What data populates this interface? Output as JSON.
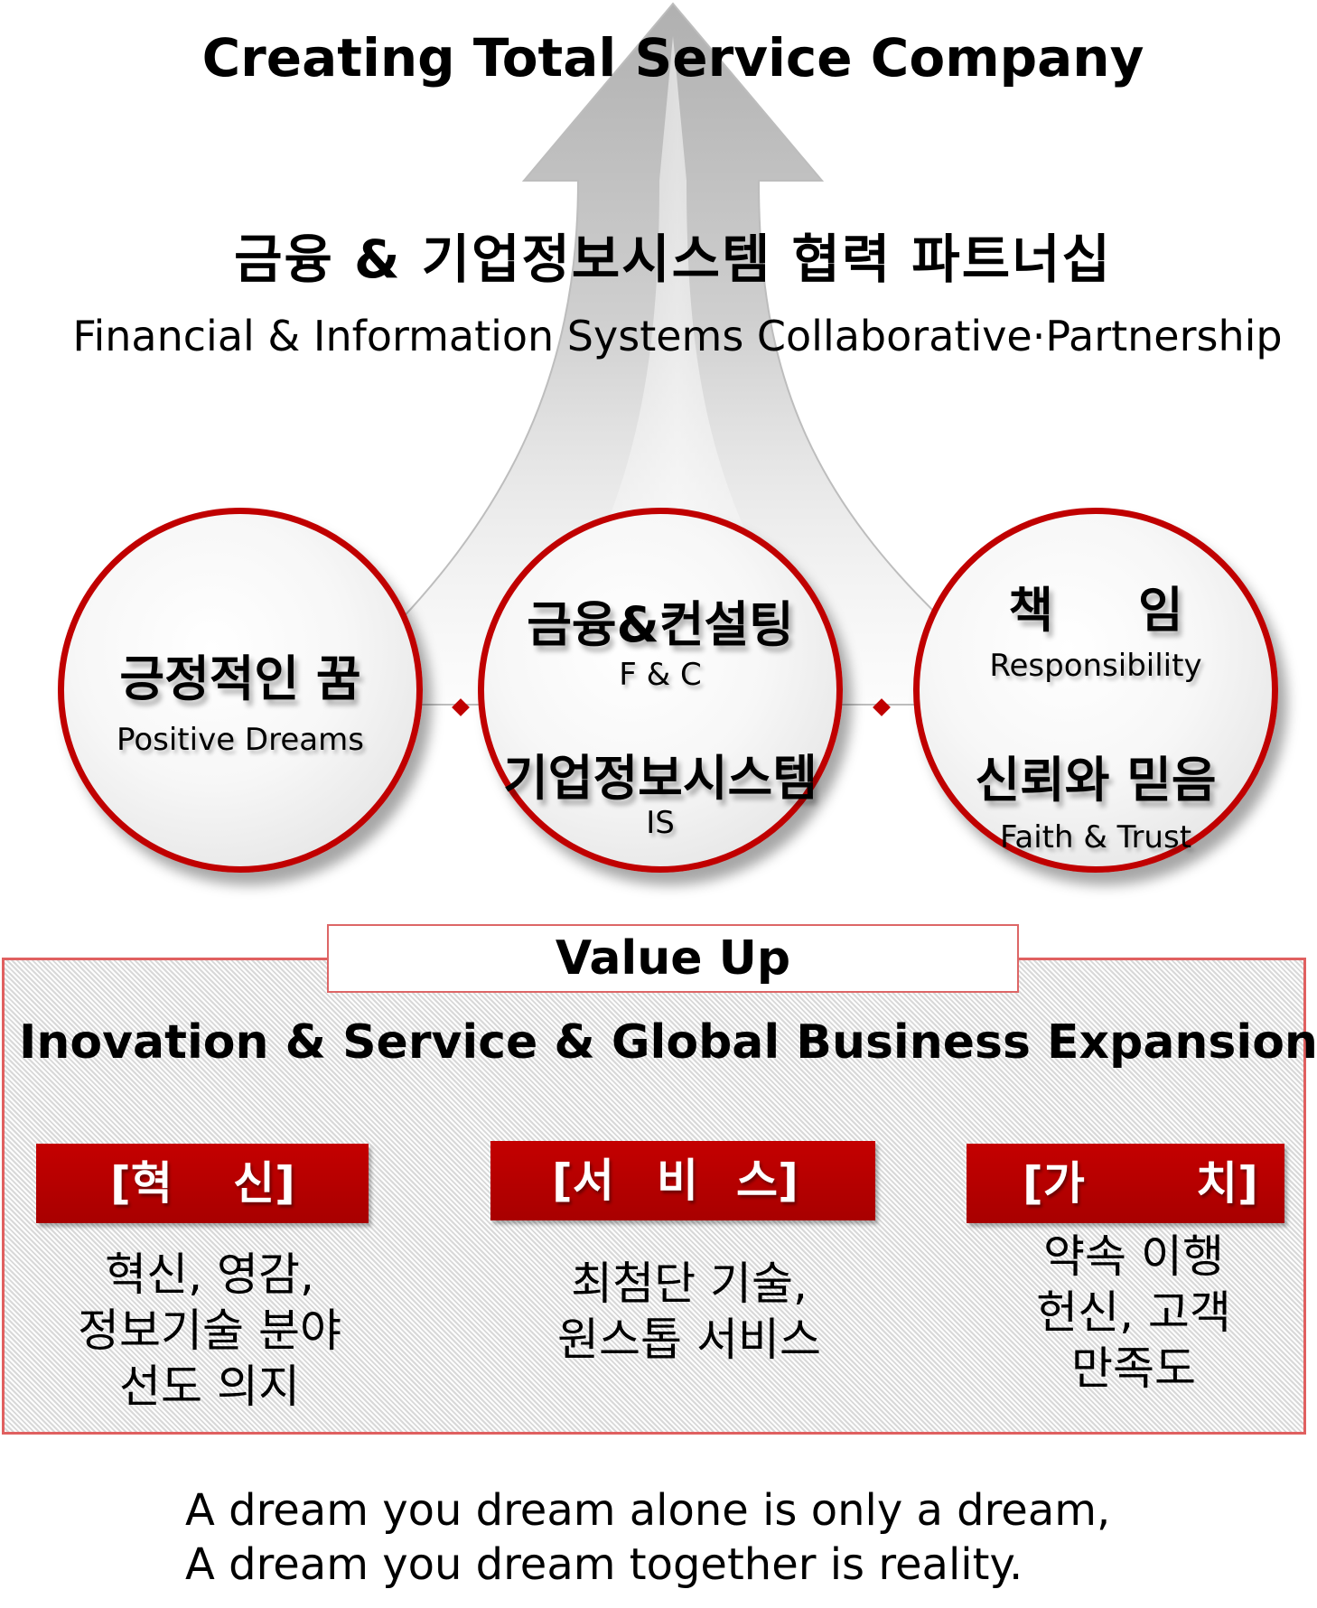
{
  "title": "Creating Total Service Company",
  "partnership_kor": "금융 & 기업정보시스템 협력 파트너십",
  "partnership_eng": "Financial & Information Systems Collaborative·Partnership",
  "circles": [
    {
      "kor": "긍정적인 꿈",
      "eng": "Positive Dreams"
    },
    {
      "kor1": "금융&컨설팅",
      "eng1": "F & C",
      "kor2": "기업정보시스템",
      "eng2": "IS"
    },
    {
      "kor1": "책     임",
      "eng1": "Responsibility",
      "kor2": "신뢰와 믿음",
      "eng2": "Faith & Trust"
    }
  ],
  "value_up": "Value Up",
  "expansion": "Inovation & Service & Global Business Expansion",
  "pillars": [
    {
      "label_open": "[혁",
      "label_close": "신]",
      "lines": [
        "혁신, 영감,",
        "정보기술 분야",
        "선도 의지"
      ]
    },
    {
      "label_open": "[서",
      "label_mid": "비",
      "label_close": "스]",
      "lines": [
        "최첨단 기술,",
        "원스톱 서비스"
      ]
    },
    {
      "label_open": "[가",
      "label_close": "치]",
      "lines": [
        "약속 이행",
        "헌신, 고객",
        "만족도"
      ]
    }
  ],
  "quote": [
    "A dream you dream alone is only a dream,",
    "A dream you dream together is reality."
  ],
  "colors": {
    "accent_red": "#c00000",
    "arrow_gray": "#b8b8b8"
  }
}
